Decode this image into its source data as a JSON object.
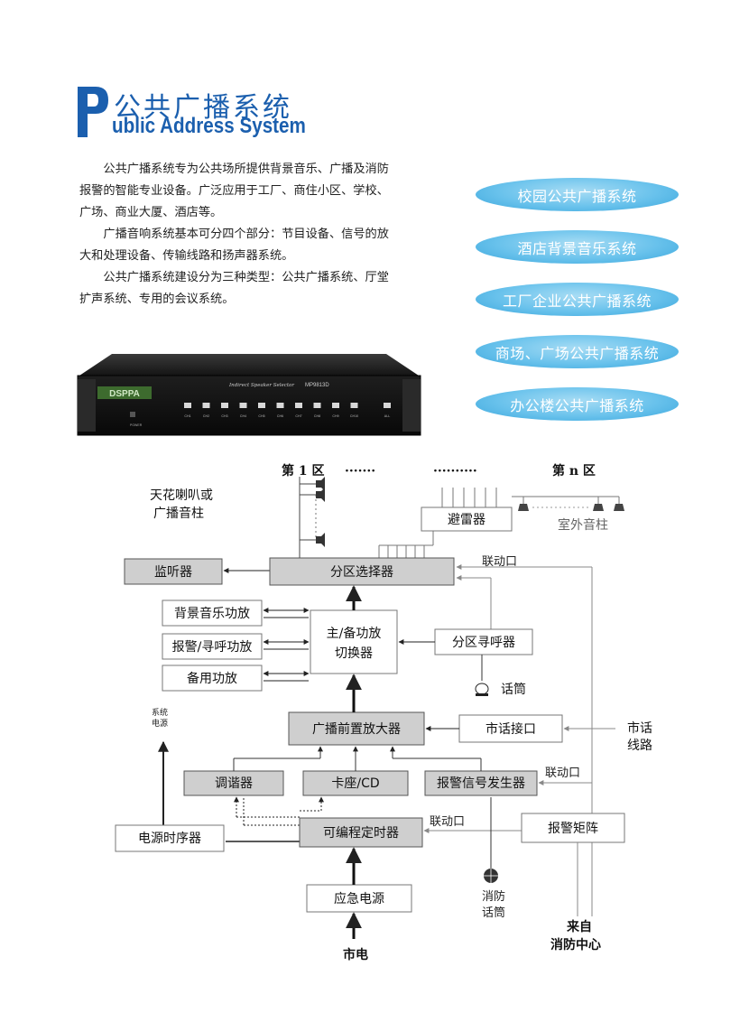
{
  "header": {
    "title_cn": "公共广播系统",
    "title_en": "ublic Address System",
    "logo_letter": "P",
    "brand_color": "#1b5fae"
  },
  "intro": [
    "公共广播系统专为公共场所提供背景音乐、广播及消防报警的智能专业设备。广泛应用于工厂、商住小区、学校、广场、商业大厦、酒店等。",
    "广播音响系统基本可分四个部分：节目设备、信号的放大和处理设备、传输线路和扬声器系统。",
    "公共广播系统建设分为三种类型：公共广播系统、厅堂扩声系统、专用的会议系统。"
  ],
  "systems": [
    "校园公共广播系统",
    "酒店背景音乐系统",
    "工厂企业公共广播系统",
    "商场、广场公共广播系统",
    "办公楼公共广播系统"
  ],
  "device": {
    "brand": "DSPPA",
    "panel_title": "Indirect Speaker Selector",
    "model": "MP9813D",
    "power_label": "POWER",
    "channels": [
      "CH1",
      "CH2",
      "CH3",
      "CH4",
      "CH5",
      "CH6",
      "CH7",
      "CH8",
      "CH9",
      "CH10",
      "ALL"
    ]
  },
  "diagram": {
    "zone_first": "第 1 区",
    "zone_last": "第 n 区",
    "dots": "·······",
    "dots2": "··········",
    "ceiling_speaker": [
      "天花喇叭或",
      "广播音柱"
    ],
    "arrester": "避雷器",
    "outdoor_column": "室外音柱",
    "monitor": "监听器",
    "zone_selector": "分区选择器",
    "link_port": "联动口",
    "bgm_amp": "背景音乐功放",
    "alarm_amp": "报警/寻呼功放",
    "backup_amp": "备用功放",
    "switcher": [
      "主/备功放",
      "切换器"
    ],
    "zone_pager": "分区寻呼器",
    "microphone": "话筒",
    "system_power": [
      "系统",
      "电源"
    ],
    "preamp": "广播前置放大器",
    "tel_interface": "市话接口",
    "tel_line": [
      "市话",
      "线路"
    ],
    "tuner": "调谐器",
    "cd": "卡座/CD",
    "alarm_generator": "报警信号发生器",
    "power_sequencer": "电源时序器",
    "timer": "可编程定时器",
    "alarm_matrix": "报警矩阵",
    "fire_mic": [
      "消防",
      "话筒"
    ],
    "from_fire": [
      "来自",
      "消防中心"
    ],
    "emergency_power": "应急电源",
    "mains": "市电"
  }
}
